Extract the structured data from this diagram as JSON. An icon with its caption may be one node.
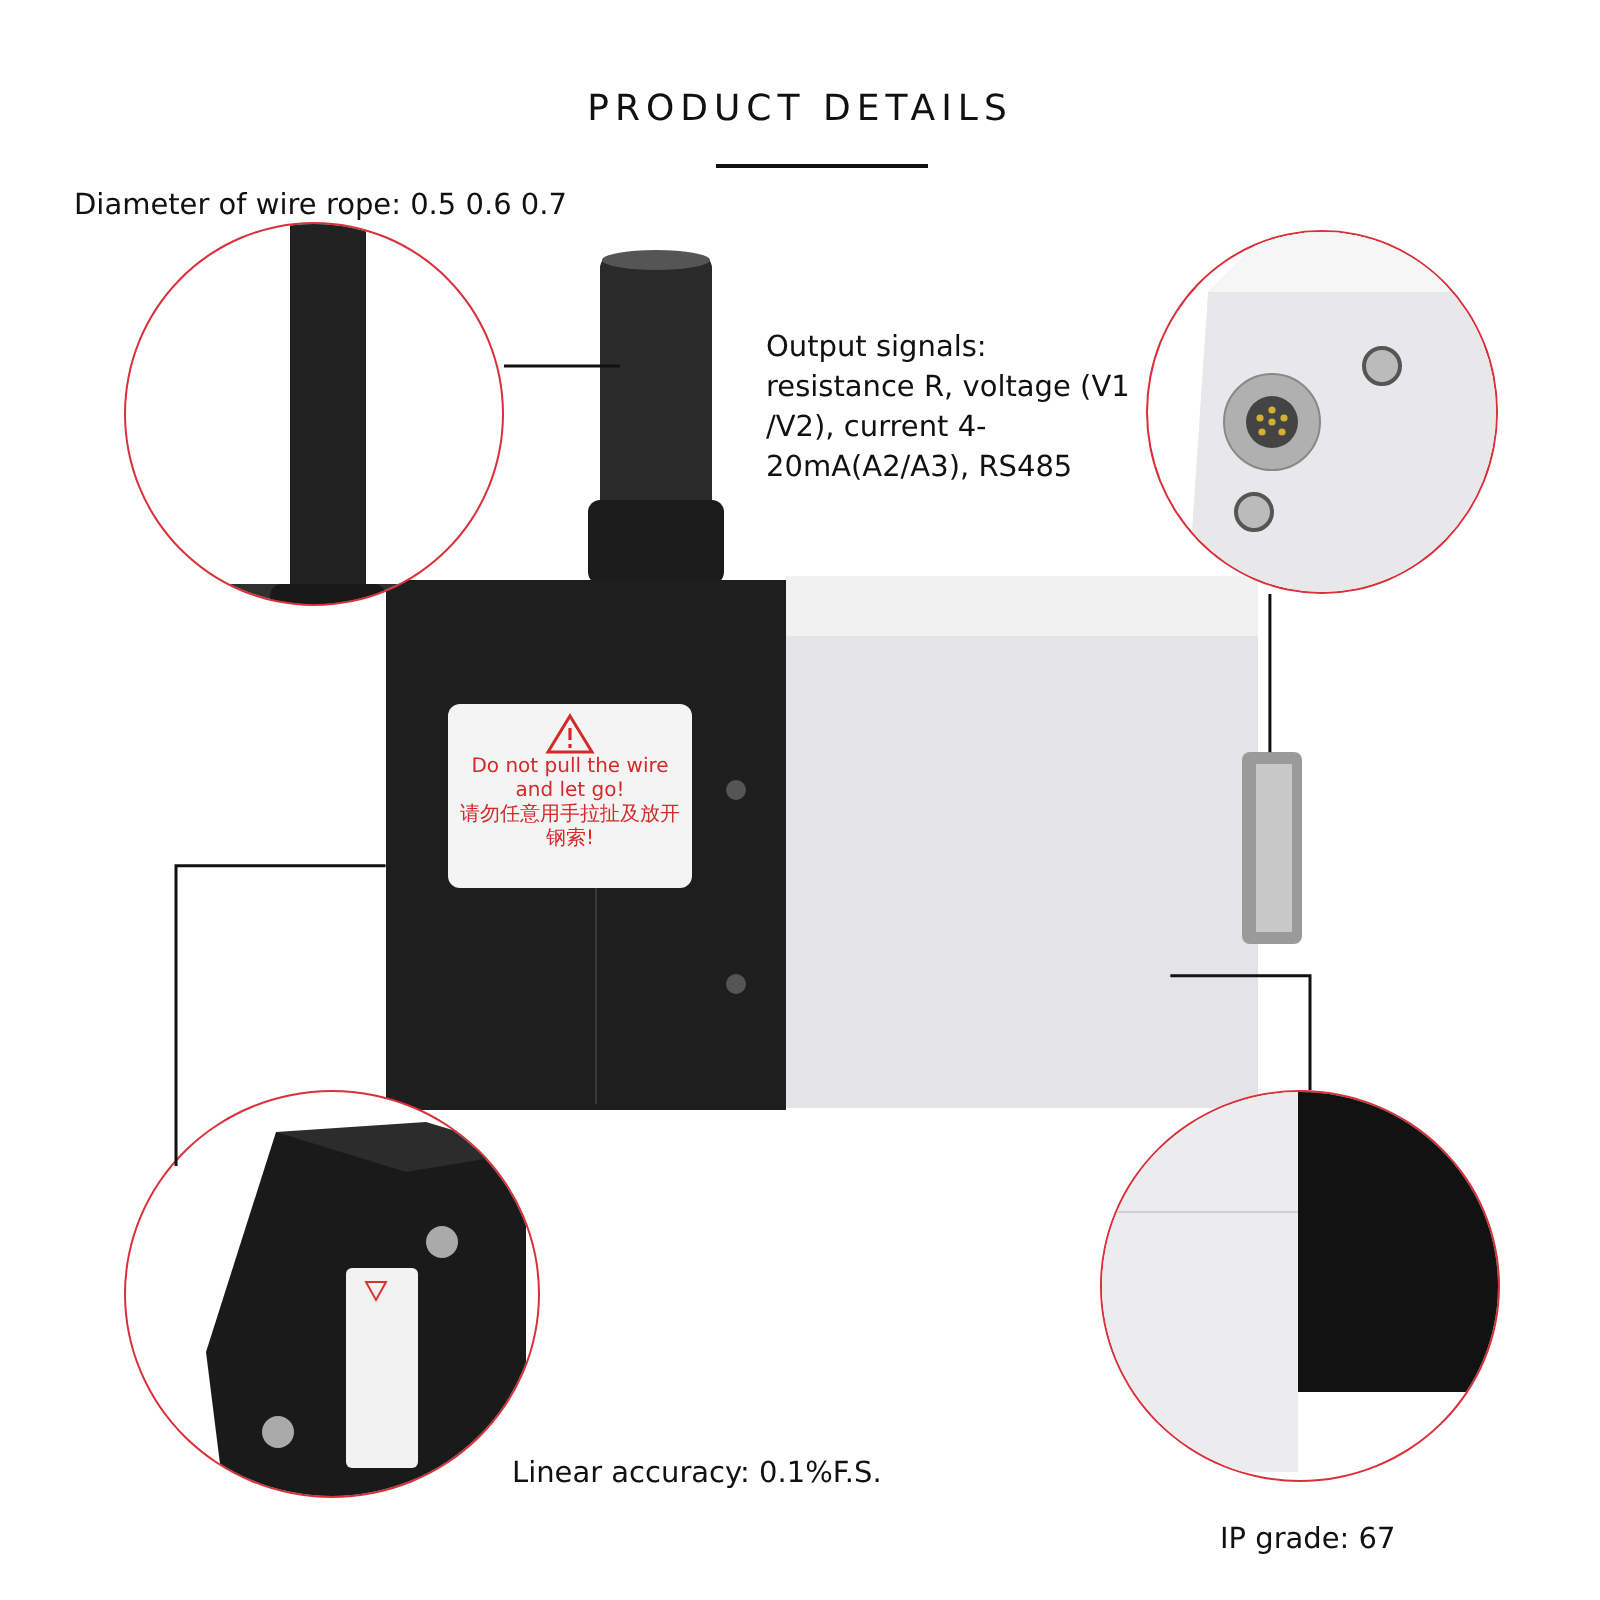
{
  "diagram": {
    "title": "PRODUCT DETAILS",
    "nodes": [
      {
        "text": [],
        "shape": "picture"
      },
      {
        "text": [
          "Do not pull the wire and let go!",
          "请勿任意用手拉扯及放开钢索!"
        ],
        "in": 0
      },
      {
        "text": [],
        "shape": "picture",
        "beside": [
          "Diameter of wire rope: 0.5 0.6 0.7"
        ]
      },
      {
        "text": [],
        "shape": "picture",
        "beside": [
          "Output signals: resistance R, voltage (V1 /V2), current 4-20mA(A2/A3), RS485"
        ]
      },
      {
        "text": [],
        "shape": "picture",
        "beside": [
          "Linear accuracy: 0.1%F.S."
        ]
      },
      {
        "text": [],
        "shape": "picture",
        "beside": [
          "IP grade: 67"
        ]
      }
    ],
    "edges": [
      {
        "from": 2,
        "to": 0,
        "arrow": "none"
      },
      {
        "from": 3,
        "to": 0,
        "arrow": "none"
      },
      {
        "from": 4,
        "to": 0,
        "arrow": "none"
      },
      {
        "from": 5,
        "to": 0,
        "arrow": "none"
      }
    ]
  }
}
